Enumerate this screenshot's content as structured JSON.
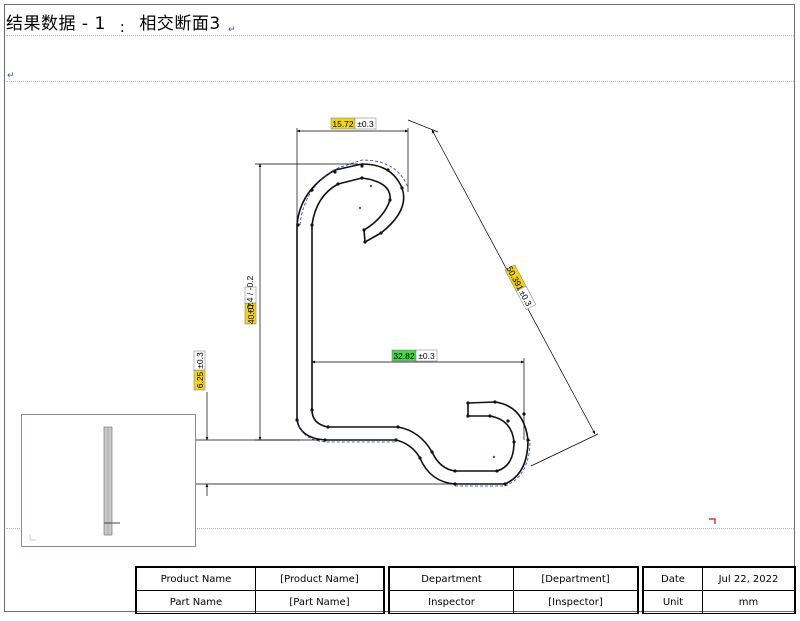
{
  "header": {
    "title_left": "结果数据 - 1",
    "separator": ":",
    "title_right": "相交断面3"
  },
  "drawing": {
    "dimensions": {
      "top_width": {
        "value": "15.72",
        "tol": "±0.3",
        "color": "#f2d21d"
      },
      "diagonal": {
        "value": "50.391",
        "tol": "±0.3",
        "color": "#f2d21d"
      },
      "height": {
        "value": "40.07",
        "tol": "+0.4 / -0.2",
        "color": "#f2d21d"
      },
      "mid_width": {
        "value": "32.82",
        "tol": "±0.3",
        "color": "#48d64a"
      },
      "left_offset": {
        "value": "6.25",
        "tol": "±0.3",
        "color": "#f2d21d"
      }
    }
  },
  "info_table": {
    "left": [
      {
        "label": "Product Name",
        "value": "[Product Name]"
      },
      {
        "label": "Part Name",
        "value": "[Part Name]"
      }
    ],
    "middle": [
      {
        "label": "Department",
        "value": "[Department]"
      },
      {
        "label": "Inspector",
        "value": "[Inspector]"
      }
    ],
    "right": [
      {
        "label": "Date",
        "value": "Jul 22, 2022"
      },
      {
        "label": "Unit",
        "value": "mm"
      }
    ]
  }
}
